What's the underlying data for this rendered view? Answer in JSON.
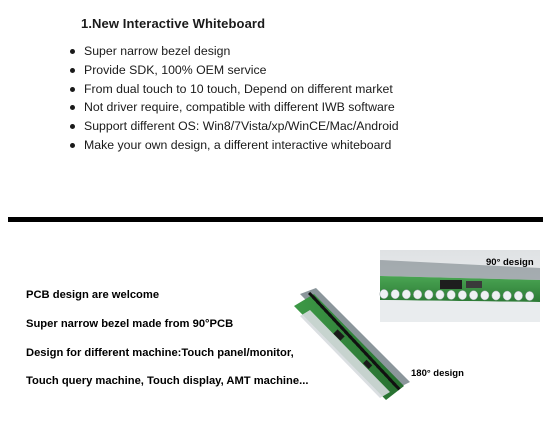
{
  "section1": {
    "title": "1.New Interactive Whiteboard",
    "bullets": [
      "Super narrow bezel design",
      "Provide SDK, 100% OEM service",
      "From dual touch to 10 touch, Depend on different market",
      "Not driver require, compatible with different IWB software",
      "Support different OS: Win8/7Vista/xp/WinCE/Mac/Android",
      "Make your own design, a different interactive whiteboard"
    ]
  },
  "section2": {
    "lines": [
      "PCB design are welcome",
      "Super narrow bezel made from 90°PCB",
      "Design for different machine:Touch panel/monitor,",
      "Touch query machine, Touch display, AMT machine..."
    ],
    "photo_labels": {
      "ninety": "90° design",
      "one_eighty": "180° design"
    }
  },
  "colors": {
    "text": "#1a1a1a",
    "divider": "#000000",
    "pcb_green": "#2f8a3a",
    "led_white": "#e8ecef"
  }
}
